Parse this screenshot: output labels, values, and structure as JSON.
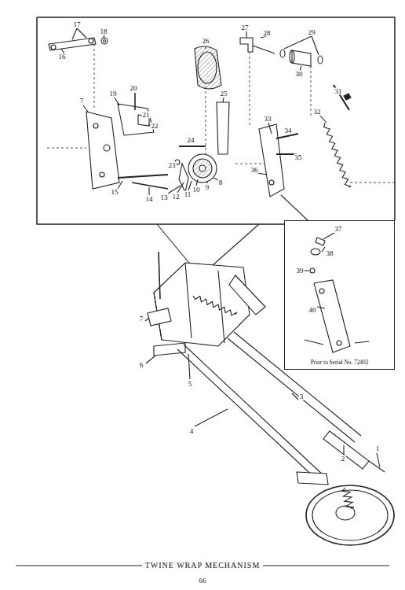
{
  "diagram": {
    "title": "TWINE WRAP MECHANISM",
    "nodes": [
      {
        "text": [
          "Prior to Serial No. 72402"
        ]
      }
    ],
    "labels": [
      "17",
      "18",
      "16",
      "26",
      "27",
      "28",
      "29",
      "30",
      "31",
      "32",
      "7",
      "19",
      "20",
      "21",
      "22",
      "24",
      "25",
      "33",
      "34",
      "35",
      "36",
      "23",
      "15",
      "14",
      "13",
      "12",
      "11",
      "10",
      "9",
      "8",
      "37",
      "38",
      "39",
      "40",
      "7",
      "6",
      "5",
      "4",
      "3",
      "2",
      "1",
      "66"
    ]
  }
}
